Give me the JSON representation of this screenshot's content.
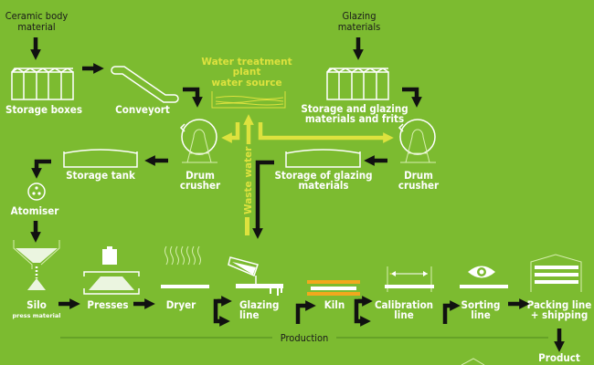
{
  "colors": {
    "background": "#7cbb30",
    "water_flow": "#dde23e",
    "material_flow": "#111111",
    "kiln_accent": "#f2a81d",
    "icon": "#ffffff"
  },
  "inputs": {
    "ceramic_body": [
      "Ceramic body",
      "material"
    ],
    "glazing": [
      "Glazing",
      "materials"
    ]
  },
  "upper": {
    "storage_boxes": "Storage boxes",
    "conveyor": "Conveyort",
    "water": [
      "Water treatment",
      "plant",
      "water source"
    ],
    "glaze_storage": [
      "Storage and glazing",
      "materials and frits"
    ],
    "drum_crusher_left": [
      "Drum",
      "crusher"
    ],
    "drum_crusher_right": [
      "Drum",
      "crusher"
    ],
    "storage_tank": "Storage tank",
    "glaze_tank": [
      "Storage of glazing",
      "materials"
    ],
    "waste_water": "Waste water",
    "atomiser": "Atomiser"
  },
  "production_line": {
    "steps": [
      {
        "label": [
          "Silo"
        ],
        "sub": "press material",
        "icon": "silo-icon"
      },
      {
        "label": [
          "Presses"
        ],
        "icon": "press-icon"
      },
      {
        "label": [
          "Dryer"
        ],
        "icon": "dryer-icon"
      },
      {
        "label": [
          "Glazing",
          "line"
        ],
        "icon": "glazing-icon"
      },
      {
        "label": [
          "Kiln"
        ],
        "icon": "kiln-icon"
      },
      {
        "label": [
          "Calibration",
          "line"
        ],
        "icon": "calibration-icon"
      },
      {
        "label": [
          "Sorting",
          "line"
        ],
        "icon": "eye-icon"
      },
      {
        "label": [
          "Packing line",
          "+ shipping"
        ],
        "icon": "packing-icon"
      }
    ],
    "section_label": "Production",
    "output": "Product"
  }
}
